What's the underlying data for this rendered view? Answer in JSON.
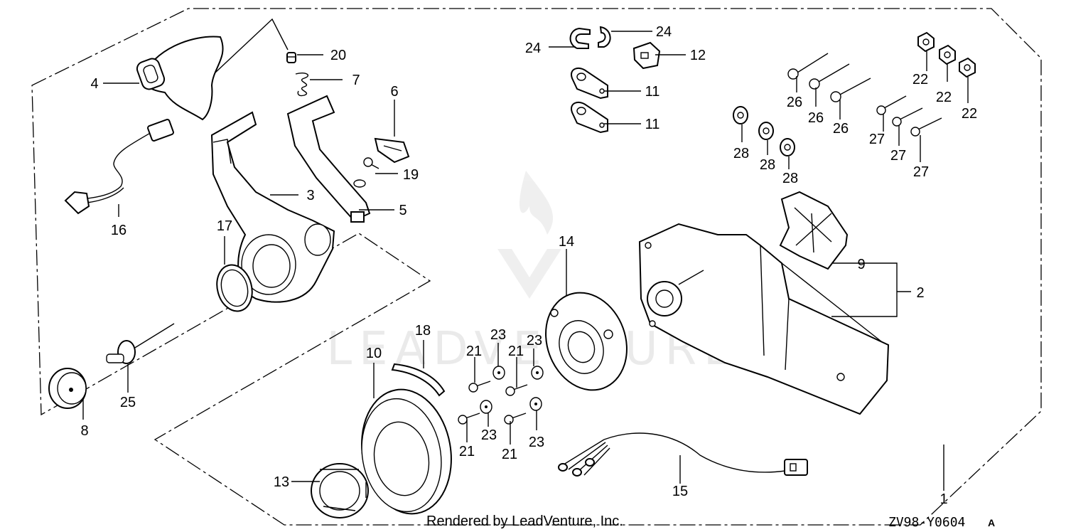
{
  "diagram": {
    "callouts": {
      "p1": "1",
      "p2": "2",
      "p3": "3",
      "p4": "4",
      "p5": "5",
      "p6": "6",
      "p7": "7",
      "p8": "8",
      "p9": "9",
      "p10": "10",
      "p11a": "11",
      "p11b": "11",
      "p12": "12",
      "p13": "13",
      "p14": "14",
      "p15": "15",
      "p16": "16",
      "p17": "17",
      "p18": "18",
      "p19": "19",
      "p20": "20",
      "p21a": "21",
      "p21b": "21",
      "p21c": "21",
      "p21d": "21",
      "p22a": "22",
      "p22b": "22",
      "p22c": "22",
      "p23a": "23",
      "p23b": "23",
      "p23c": "23",
      "p23d": "23",
      "p24a": "24",
      "p24b": "24",
      "p25": "25",
      "p26a": "26",
      "p26b": "26",
      "p26c": "26",
      "p27a": "27",
      "p27b": "27",
      "p27c": "27",
      "p28a": "28",
      "p28b": "28",
      "p28c": "28"
    },
    "footer_left": "Rendered by LeadVenture, Inc.",
    "diagram_code": "ZV98-Y0604",
    "revision": "A",
    "watermark": "LEADVENTURE"
  }
}
